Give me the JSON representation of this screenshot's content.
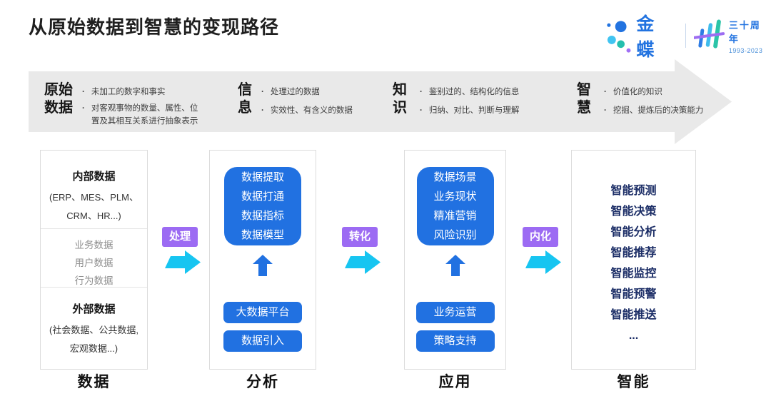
{
  "title": "从原始数据到智慧的变现路径",
  "logo": {
    "brand": "金蝶",
    "anniversary_title": "三十周年",
    "anniversary_years": "1993-2023"
  },
  "banner": {
    "stages": [
      {
        "term": [
          "原始",
          "数据"
        ],
        "points": [
          "未加工的数字和事实",
          "对客观事物的数量、属性、位置及其相互关系进行抽象表示"
        ]
      },
      {
        "term": [
          "信",
          "息"
        ],
        "points": [
          "处理过的数据",
          "实效性、有含义的数据"
        ]
      },
      {
        "term": [
          "知",
          "识"
        ],
        "points": [
          "鉴别过的、结构化的信息",
          "归纳、对比、判断与理解"
        ]
      },
      {
        "term": [
          "智",
          "慧"
        ],
        "points": [
          "价值化的知识",
          "挖掘、提炼后的决策能力"
        ]
      }
    ]
  },
  "columns": [
    {
      "footer": "数据",
      "sections": [
        {
          "heading": "内部数据",
          "sub": [
            "(ERP、MES、PLM、",
            "CRM、HR...)"
          ]
        },
        {
          "items": [
            "业务数据",
            "用户数据",
            "行为数据"
          ]
        },
        {
          "heading": "外部数据",
          "sub": [
            "(社会数据、公共数据,",
            "宏观数据...)"
          ]
        }
      ]
    },
    {
      "footer": "分析",
      "panel_lines": [
        "数据提取",
        "数据打通",
        "数据指标",
        "数据模型"
      ],
      "buttons": [
        "大数据平台",
        "数据引入"
      ]
    },
    {
      "footer": "应用",
      "panel_lines": [
        "数据场景",
        "业务现状",
        "精准营销",
        "风险识别"
      ],
      "buttons": [
        "业务运营",
        "策略支持"
      ]
    },
    {
      "footer": "智能",
      "items": [
        "智能预测",
        "智能决策",
        "智能分析",
        "智能推荐",
        "智能监控",
        "智能预警",
        "智能推送",
        "..."
      ]
    }
  ],
  "connectors": [
    {
      "label": "处理"
    },
    {
      "label": "转化"
    },
    {
      "label": "内化"
    }
  ],
  "footer_labels": [
    "数据",
    "分析",
    "应用",
    "智能"
  ],
  "colors": {
    "blue": "#2171e1",
    "navy": "#1b2d66",
    "purple": "#9c6bf3",
    "cyan": "#17c5f1",
    "banner_gray": "#e9e9e9",
    "brand_blue": "#2273e0"
  }
}
